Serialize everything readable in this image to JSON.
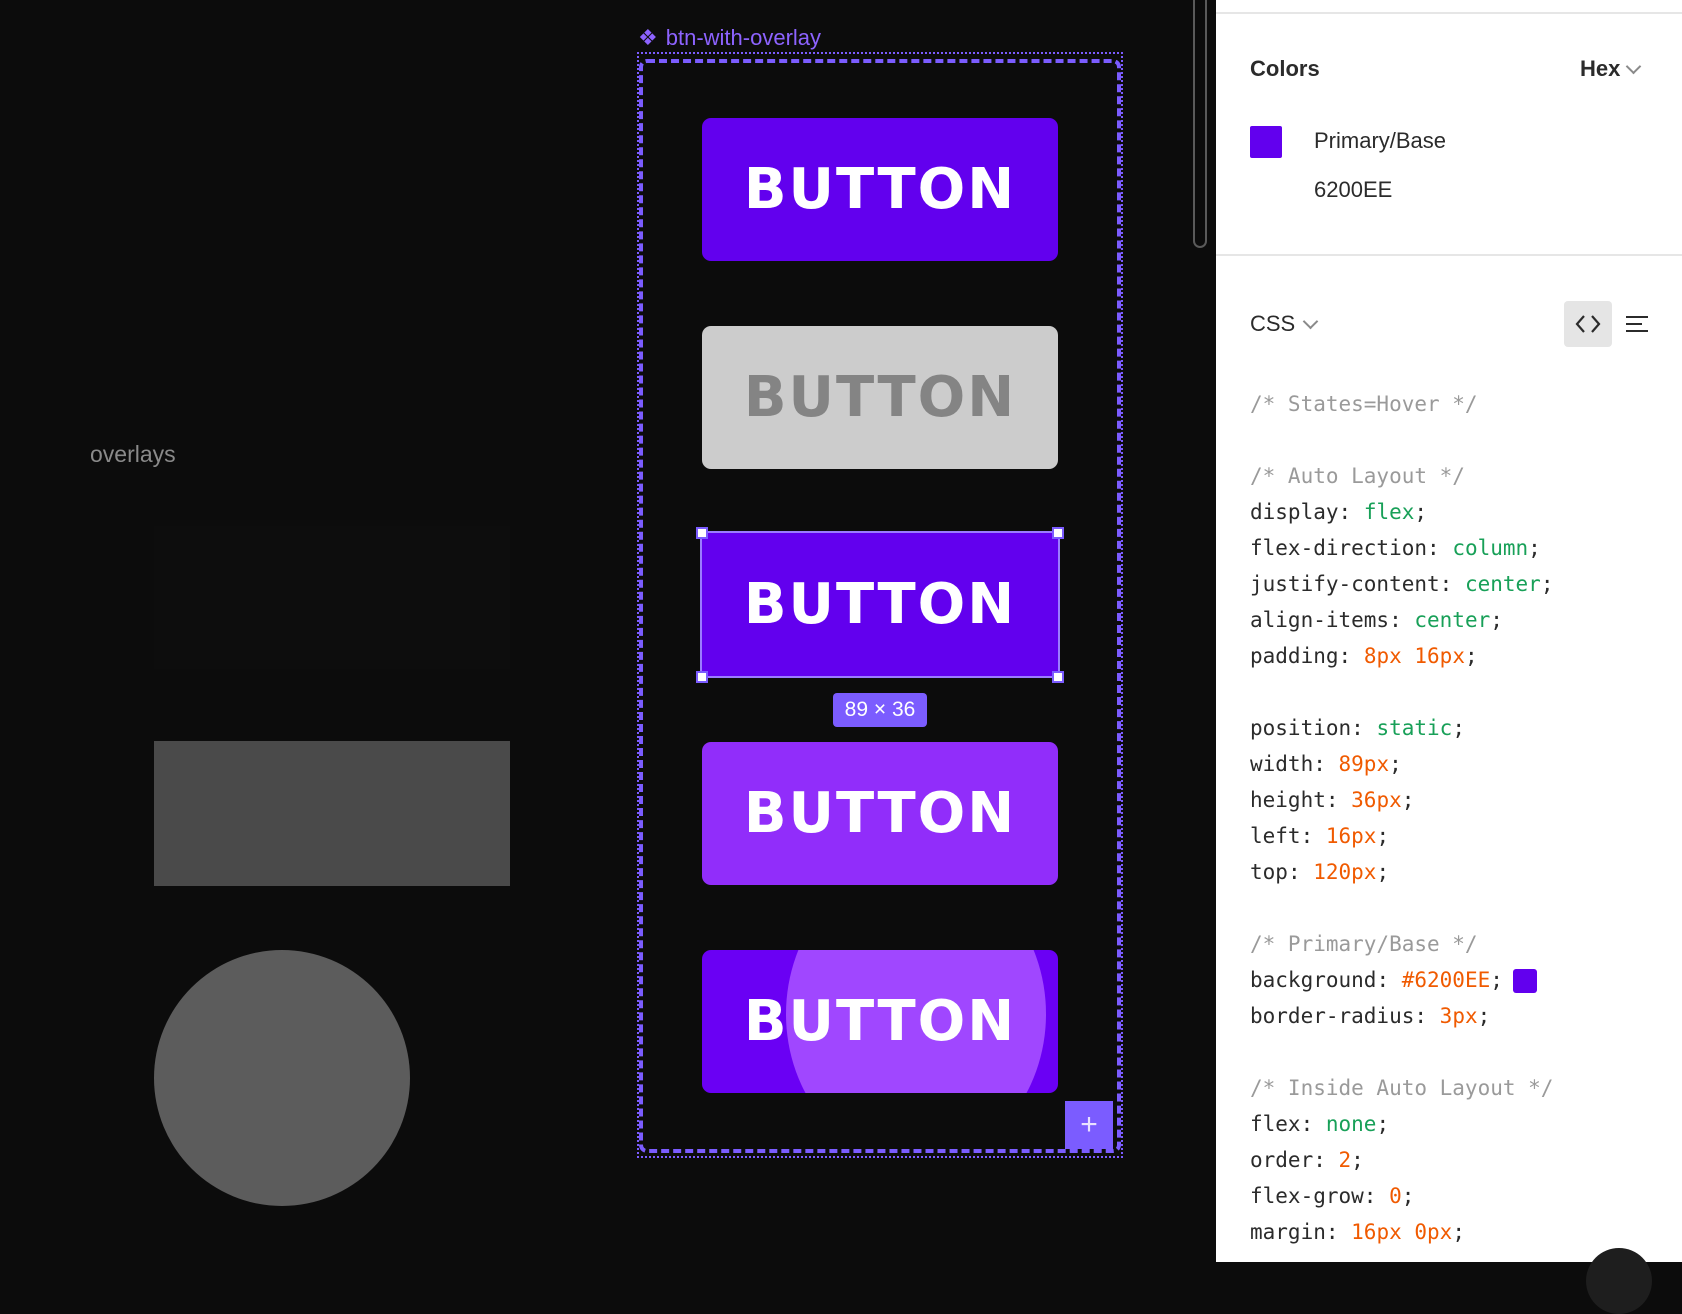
{
  "canvas": {
    "overlays_label": "overlays",
    "component_label": "btn-with-overlay",
    "buttons": [
      {
        "label": "BUTTON",
        "state": "default"
      },
      {
        "label": "BUTTON",
        "state": "disabled"
      },
      {
        "label": "BUTTON",
        "state": "selected"
      },
      {
        "label": "BUTTON",
        "state": "hover"
      },
      {
        "label": "BUTTON",
        "state": "pressed"
      }
    ],
    "dimension_badge": "89 × 36",
    "add_button": "+"
  },
  "panel": {
    "colors_title": "Colors",
    "color_format": "Hex",
    "color": {
      "name": "Primary/Base",
      "hex": "6200EE",
      "swatch": "#6200EE"
    },
    "code_language": "CSS",
    "code_lines": [
      {
        "type": "comment",
        "text": "/* States=Hover */"
      },
      {
        "type": "blank"
      },
      {
        "type": "comment",
        "text": "/* Auto Layout */"
      },
      {
        "type": "prop",
        "prop": "display",
        "value": "flex",
        "kind": "kw"
      },
      {
        "type": "prop",
        "prop": "flex-direction",
        "value": "column",
        "kind": "kw"
      },
      {
        "type": "prop",
        "prop": "justify-content",
        "value": "center",
        "kind": "kw"
      },
      {
        "type": "prop",
        "prop": "align-items",
        "value": "center",
        "kind": "kw"
      },
      {
        "type": "prop",
        "prop": "padding",
        "value": "8px 16px",
        "kind": "num"
      },
      {
        "type": "blank"
      },
      {
        "type": "prop",
        "prop": "position",
        "value": "static",
        "kind": "kw"
      },
      {
        "type": "prop",
        "prop": "width",
        "value": "89px",
        "kind": "num"
      },
      {
        "type": "prop",
        "prop": "height",
        "value": "36px",
        "kind": "num"
      },
      {
        "type": "prop",
        "prop": "left",
        "value": "16px",
        "kind": "num"
      },
      {
        "type": "prop",
        "prop": "top",
        "value": "120px",
        "kind": "num"
      },
      {
        "type": "blank"
      },
      {
        "type": "comment",
        "text": "/* Primary/Base */"
      },
      {
        "type": "prop",
        "prop": "background",
        "value": "#6200EE",
        "kind": "num",
        "swatch": true
      },
      {
        "type": "prop",
        "prop": "border-radius",
        "value": "3px",
        "kind": "num"
      },
      {
        "type": "blank"
      },
      {
        "type": "comment",
        "text": "/* Inside Auto Layout */"
      },
      {
        "type": "prop",
        "prop": "flex",
        "value": "none",
        "kind": "kw"
      },
      {
        "type": "prop",
        "prop": "order",
        "value": "2",
        "kind": "num"
      },
      {
        "type": "prop",
        "prop": "flex-grow",
        "value": "0",
        "kind": "num"
      },
      {
        "type": "prop",
        "prop": "margin",
        "value": "16px 0px",
        "kind": "num"
      }
    ]
  },
  "colors": {
    "primary": "#6200EE",
    "selection": "#7B5CFF",
    "canvas": "#0C0C0C"
  },
  "icons": [
    "component-icon",
    "chevron-down-icon",
    "code-icon",
    "list-icon",
    "plus-icon"
  ]
}
